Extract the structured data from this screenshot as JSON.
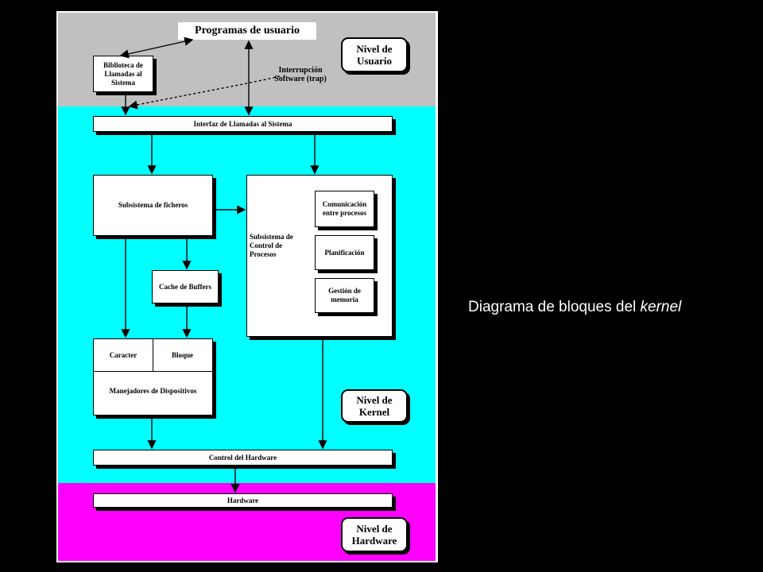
{
  "diagram": {
    "programas": "Programas de usuario",
    "biblioteca": "Biblioteca de Llamadas al Sistema",
    "interrupcion": "Interrupción Software (trap)",
    "nivel_usuario": "Nivel de Usuario",
    "interfaz": "Interfaz de Llamadas al Sistema",
    "ficheros": "Subsistema de ficheros",
    "control_procesos": "Subsistema de Control de Procesos",
    "comunicacion": "Comunicación entre procesos",
    "planificacion": "Planificación",
    "gestion_memoria": "Gestión de memoria",
    "cache": "Cache de Buffers",
    "caracter": "Caracter",
    "bloque": "Bloque",
    "manejadores": "Manejadores de Dispositivos",
    "nivel_kernel": "Nivel de Kernel",
    "control_hardware": "Control del Hardware",
    "hardware": "Hardware",
    "nivel_hardware": "Nivel de Hardware"
  },
  "caption": {
    "prefix": "Diagrama de bloques del",
    "emphasis": "kernel"
  },
  "colors": {
    "user_level": "#c0c0c0",
    "kernel_level": "#00ffff",
    "hardware_level": "#ff00ff",
    "background": "#000000"
  }
}
